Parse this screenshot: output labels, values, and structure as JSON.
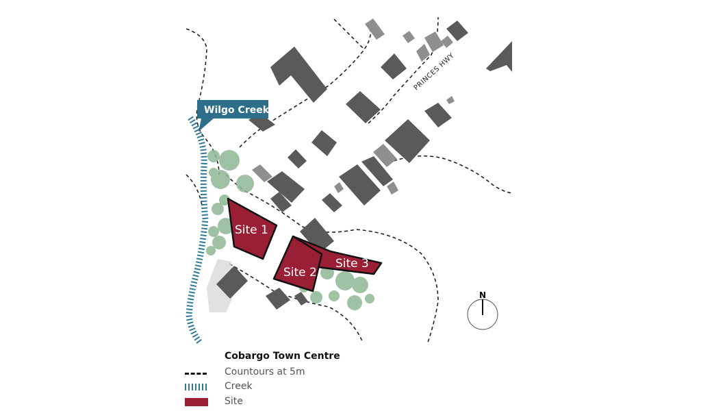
{
  "map": {
    "road_label": "PRINCES HWY",
    "creek_label": "Wilgo Creek",
    "north_label": "N",
    "sites": [
      {
        "label": "Site 1"
      },
      {
        "label": "Site 2"
      },
      {
        "label": "Site 3"
      }
    ]
  },
  "legend": {
    "title": "Cobargo Town Centre",
    "items": [
      {
        "label": "Countours at 5m",
        "symbol": "dashed-line"
      },
      {
        "label": "Creek",
        "symbol": "hatched-line"
      },
      {
        "label": "Site",
        "symbol": "filled-rectangle"
      }
    ]
  },
  "colors": {
    "site_fill": "#9b1f34",
    "site_outline": "#111111",
    "building": "#5a5a5a",
    "building_light": "#8f8f8f",
    "tree": "#8fb895",
    "creek": "#2d7a97",
    "creek_label_bg": "#2d6f8a",
    "contour": "#222222"
  }
}
